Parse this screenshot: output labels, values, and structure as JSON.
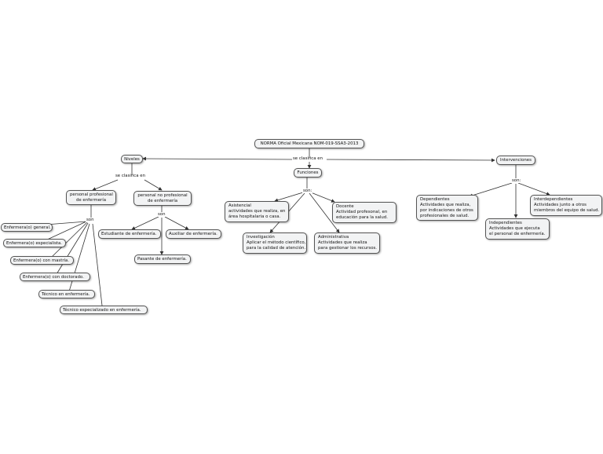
{
  "root": {
    "title": "NORMA Oficial Mexicana NOM-019-SSA3-2013",
    "link": "se clasifica en"
  },
  "niveles": {
    "title": "Niveles",
    "link": "se clasifica en",
    "profesional": {
      "label1": "personal profesional",
      "label2": "de enfermería",
      "link": "son",
      "items": [
        "Enfermera(o) general.",
        "Enfermera(o) especialista.",
        "Enfermera(o) con mastría.",
        "Enfermera(o) con doctorado.",
        "Técnico en enfermería.",
        "Técnico especializado en enfermería."
      ]
    },
    "no_profesional": {
      "label1": "personal no profesional",
      "label2": "de enfermería",
      "link": "son",
      "items": [
        "Estudiante de enfermería.",
        "Auxiliar de enfermería.",
        "Pasante de enfermería."
      ]
    }
  },
  "funciones": {
    "title": "Funciones",
    "link": "son:",
    "asistencial": {
      "title": "Asistencial",
      "line1": "actividades que realiza, en",
      "line2": "área hospitalaria o casa."
    },
    "docente": {
      "title": "Docente",
      "line1": "Actividad profesonal, en",
      "line2": "educación para la salud."
    },
    "investigacion": {
      "title": "Investigación",
      "line1": "Aplicar el método científico,",
      "line2": "para la calidad de atención."
    },
    "administrativa": {
      "title": "Administrativa",
      "line1": "Actividades que realiza",
      "line2": "para gestionar los recursos."
    }
  },
  "intervenciones": {
    "title": "Intervenciones",
    "link": "son:",
    "dependientes": {
      "title": "Dependientes",
      "line1": "Actividades que realiza,",
      "line2": "por indicaciones de otros",
      "line3": "profesionales de salud."
    },
    "interdependientes": {
      "title": "Interdependientes",
      "line1": "Actividades junto a otros",
      "line2": "miembros del equipo de salud."
    },
    "independientes": {
      "title": "Independientes",
      "line1": "Actividades que ejecuta",
      "line2": "el personal de enfermería."
    }
  },
  "colors": {
    "line": "#333333",
    "node_bg": "#f2f3f4",
    "node_border": "#555555"
  }
}
